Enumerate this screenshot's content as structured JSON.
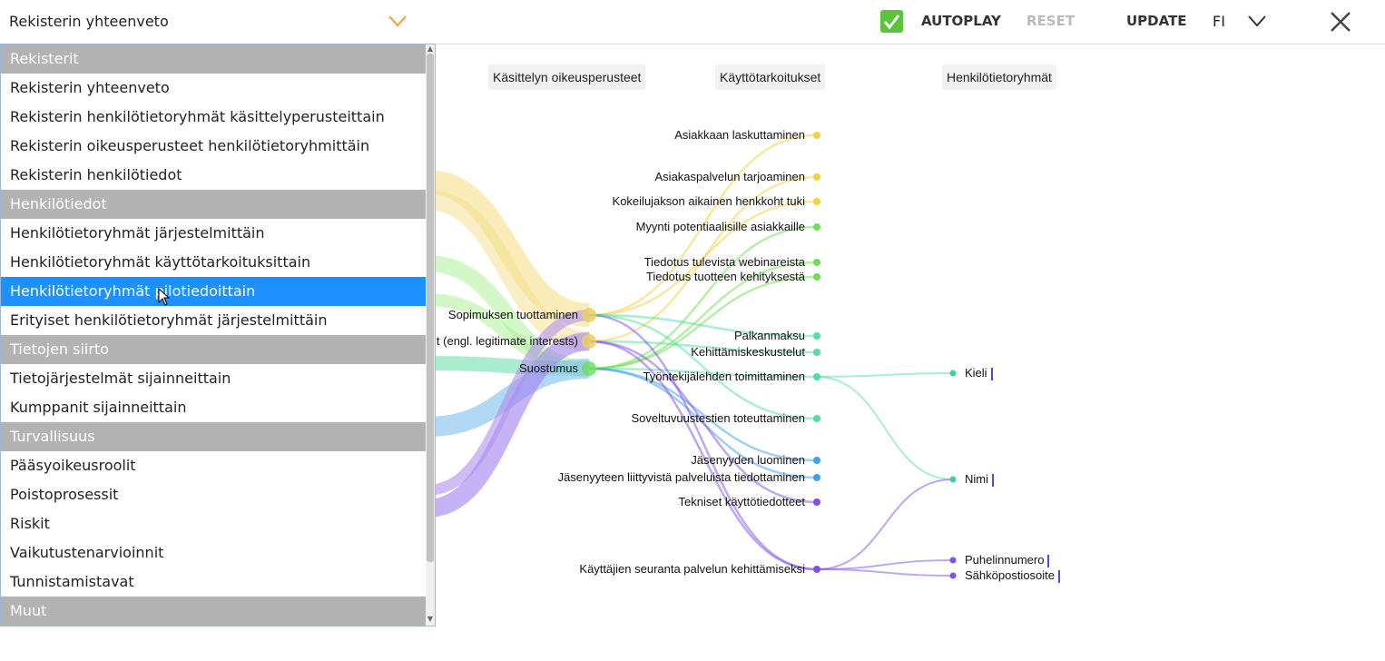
{
  "topbar": {
    "select_value": "Rekisterin yhteenveto",
    "autoplay_label": "AUTOPLAY",
    "reset_label": "RESET",
    "update_label": "UPDATE",
    "language": "FI",
    "accent_color": "#f0a030",
    "check_color": "#5cc43a"
  },
  "dropdown": {
    "rows": [
      {
        "type": "group",
        "label": "Rekisterit"
      },
      {
        "type": "item",
        "label": "Rekisterin yhteenveto"
      },
      {
        "type": "item",
        "label": "Rekisterin henkilötietoryhmät käsittelyperusteittain"
      },
      {
        "type": "item",
        "label": "Rekisterin oikeusperusteet henkilötietoryhmittäin"
      },
      {
        "type": "item",
        "label": "Rekisterin henkilötiedot"
      },
      {
        "type": "group",
        "label": "Henkilötiedot"
      },
      {
        "type": "item",
        "label": "Henkilötietoryhmät järjestelmittäin"
      },
      {
        "type": "item",
        "label": "Henkilötietoryhmät käyttötarkoituksittain"
      },
      {
        "type": "item",
        "label": "Henkilötietoryhmät pilotiedoittain",
        "selected": true
      },
      {
        "type": "item",
        "label": "Erityiset henkilötietoryhmät järjestelmittäin"
      },
      {
        "type": "group",
        "label": "Tietojen siirto"
      },
      {
        "type": "item",
        "label": "Tietojärjestelmät sijainneittain"
      },
      {
        "type": "item",
        "label": "Kumppanit sijainneittain"
      },
      {
        "type": "group",
        "label": "Turvallisuus"
      },
      {
        "type": "item",
        "label": "Pääsyoikeusroolit"
      },
      {
        "type": "item",
        "label": "Poistoprosessit"
      },
      {
        "type": "item",
        "label": "Riskit"
      },
      {
        "type": "item",
        "label": "Vaikutustenarvioinnit"
      },
      {
        "type": "item",
        "label": "Tunnistamistavat"
      },
      {
        "type": "group",
        "label": "Muut"
      }
    ]
  },
  "viz": {
    "headers": [
      "Käsittelyn oikeusperusteet",
      "Käyttötarkoitukset",
      "Henkilötietoryhmät"
    ],
    "bases": [
      {
        "label": "Sopimuksen tuottaminen",
        "color": "#e8d060"
      },
      {
        "label": "t (engl. legitimate interests)",
        "color": "#e8d060"
      },
      {
        "label": "Suostumus",
        "color": "#6ee060"
      }
    ],
    "purposes": [
      {
        "label": "Asiakkaan laskuttaminen",
        "color": "#f5d040"
      },
      {
        "label": "Asiakaspalvelun tarjoaminen",
        "color": "#f5d040"
      },
      {
        "label": "Kokeilujakson aikainen henkkoht tuki",
        "color": "#f5d040"
      },
      {
        "label": "Myynti potentiaalisille asiakkaille",
        "color": "#70e050"
      },
      {
        "label": "Tiedotus tulevista webinareista",
        "color": "#70e050"
      },
      {
        "label": "Tiedotus tuotteen kehityksestä",
        "color": "#70e050"
      },
      {
        "label": "Palkanmaksu",
        "color": "#50e0a0"
      },
      {
        "label": "Kehittämiskeskustelut",
        "color": "#50e0a0"
      },
      {
        "label": "Työntekijälehden toimittaminen",
        "color": "#50e0a0"
      },
      {
        "label": "Soveltuvuustestien toteuttaminen",
        "color": "#50e0a0"
      },
      {
        "label": "Jäsenyyden luominen",
        "color": "#40a0f0"
      },
      {
        "label": "Jäsenyyteen liittyvistä palveluista tiedottaminen",
        "color": "#40a0f0"
      },
      {
        "label": "Tekniset käyttötiedotteet",
        "color": "#8050f0"
      },
      {
        "label": "Käyttäjien seuranta palvelun kehittämiseksi",
        "color": "#8050f0"
      }
    ],
    "groups": [
      {
        "label": "Kieli",
        "color": "#40d0a0"
      },
      {
        "label": "Nimi",
        "color": "#40d0a0"
      },
      {
        "label": "Puhelinnumero",
        "color": "#8050f0"
      },
      {
        "label": "Sähköpostiosoite",
        "color": "#8050f0"
      }
    ]
  }
}
